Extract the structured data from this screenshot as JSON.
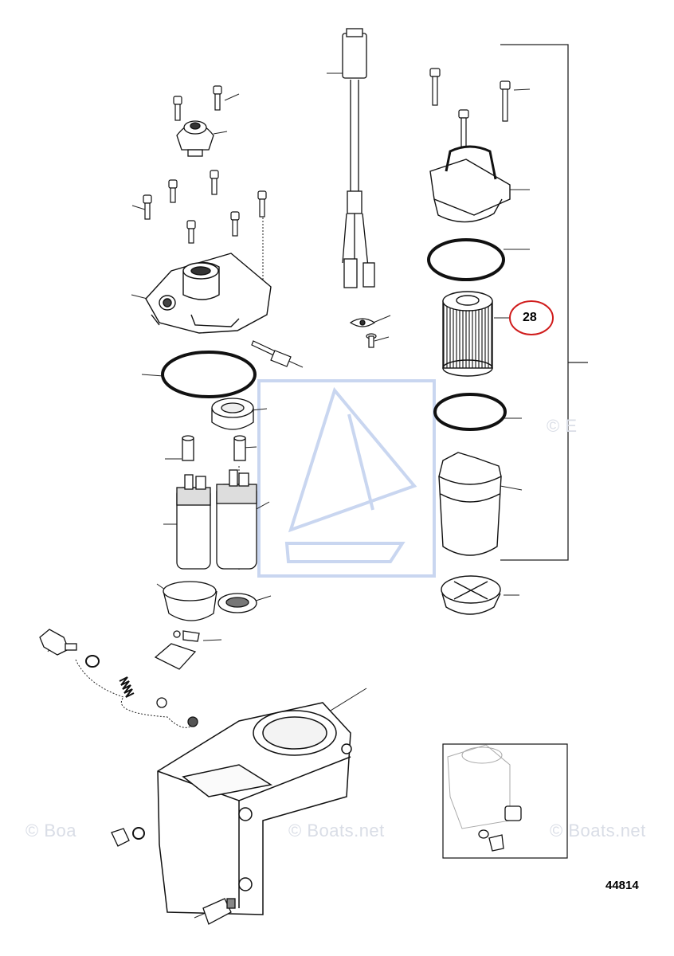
{
  "diagram": {
    "highlighted_callout": "28",
    "figure_number": "44814",
    "watermark_text": "© Boats.net",
    "watermark_text_partial_left": "© Boa",
    "watermark_text_partial_right": "© E",
    "highlight_color": "#d01c1c",
    "line_color": "#1a1a1a",
    "watermark_color": "#cdd8ee"
  }
}
